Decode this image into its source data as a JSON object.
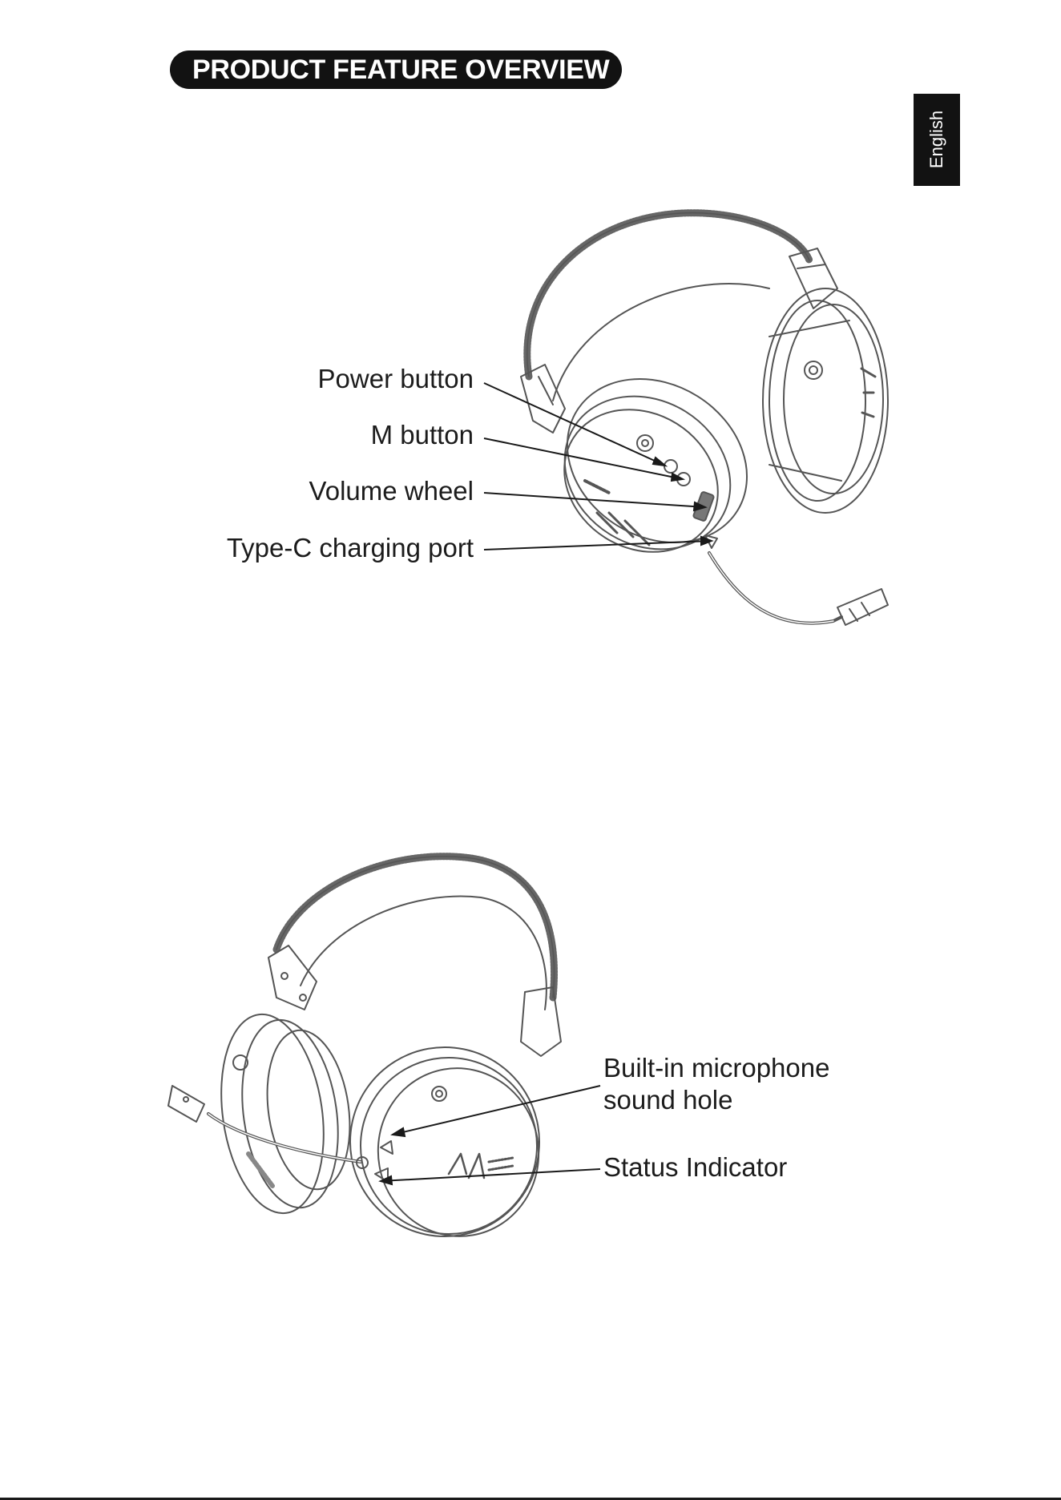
{
  "header": {
    "title": "PRODUCT FEATURE OVERVIEW",
    "language_tab": "English"
  },
  "figure_top": {
    "callouts": [
      "Power button",
      "M button",
      "Volume wheel",
      "Type-C charging port"
    ]
  },
  "figure_bottom": {
    "callouts": [
      "Built-in microphone",
      "sound hole",
      "Status Indicator"
    ]
  },
  "colors": {
    "ink": "#1a1a1a",
    "pill": "#121212",
    "line_art": "#555555"
  },
  "icons": {
    "headset_top": "headset-side-view-illustration",
    "headset_bottom": "headset-front-view-illustration"
  }
}
